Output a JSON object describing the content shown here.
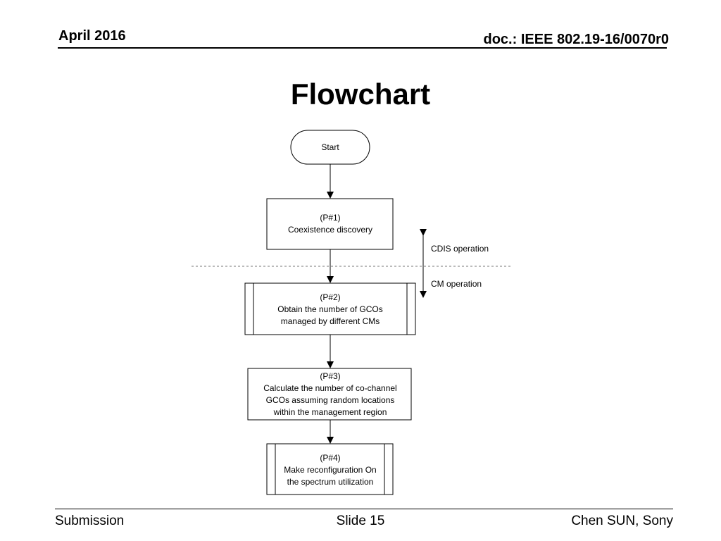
{
  "header": {
    "date": "April 2016",
    "doc": "doc.: IEEE 802.19-16/0070r0"
  },
  "title": "Flowchart",
  "flowchart": {
    "start": "Start",
    "p1": {
      "id": "(P#1)",
      "lines": [
        "Coexistence discovery"
      ]
    },
    "p2": {
      "id": "(P#2)",
      "lines": [
        "Obtain the number of GCOs",
        "managed by different CMs"
      ]
    },
    "p3": {
      "id": "(P#3)",
      "lines": [
        "Calculate the number of co-channel",
        "GCOs assuming random locations",
        "within the management region"
      ]
    },
    "p4": {
      "id": "(P#4)",
      "lines": [
        "Make reconfiguration On",
        "the spectrum utilization"
      ]
    },
    "cdis_label": "CDIS operation",
    "cm_label": "CM operation"
  },
  "footer": {
    "left": "Submission",
    "center": "Slide 15",
    "right": "Chen SUN, Sony"
  }
}
